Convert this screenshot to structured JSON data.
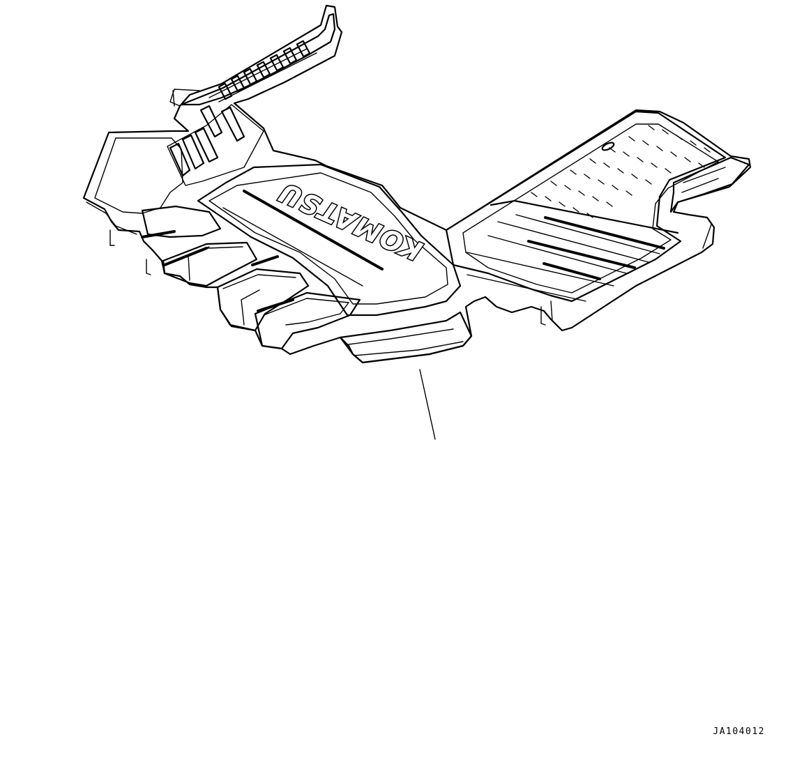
{
  "figure": {
    "part": "cab floor mat",
    "brand_mark": "KOMATSU",
    "drawing_id": "JA104012",
    "leader_count": 1
  },
  "colors": {
    "line": "#000000",
    "background": "#ffffff"
  }
}
